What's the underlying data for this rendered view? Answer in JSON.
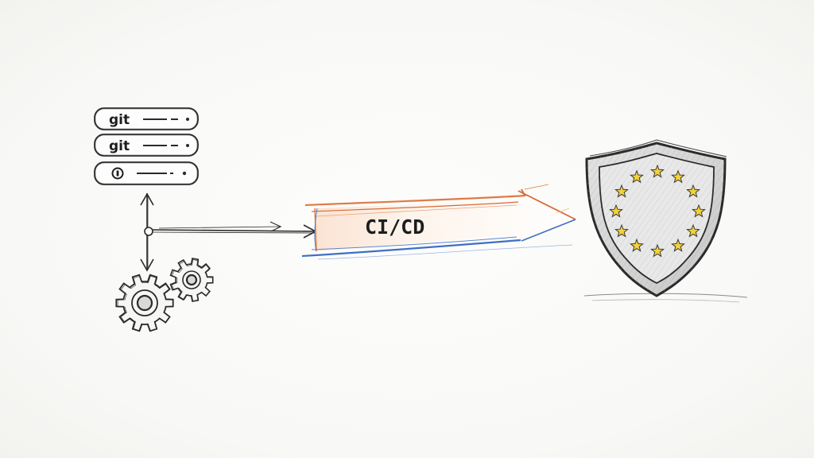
{
  "repos": [
    {
      "label": "git"
    },
    {
      "label": "git"
    },
    {
      "label": ""
    }
  ],
  "pipeline": {
    "label": "CI/CD"
  },
  "colors": {
    "ink": "#2a2a2a",
    "ribbon_orange": "#e07a45",
    "ribbon_blue": "#3f6fc4",
    "star_gold": "#f2d23a",
    "shield_grey": "#bdbdbd"
  }
}
